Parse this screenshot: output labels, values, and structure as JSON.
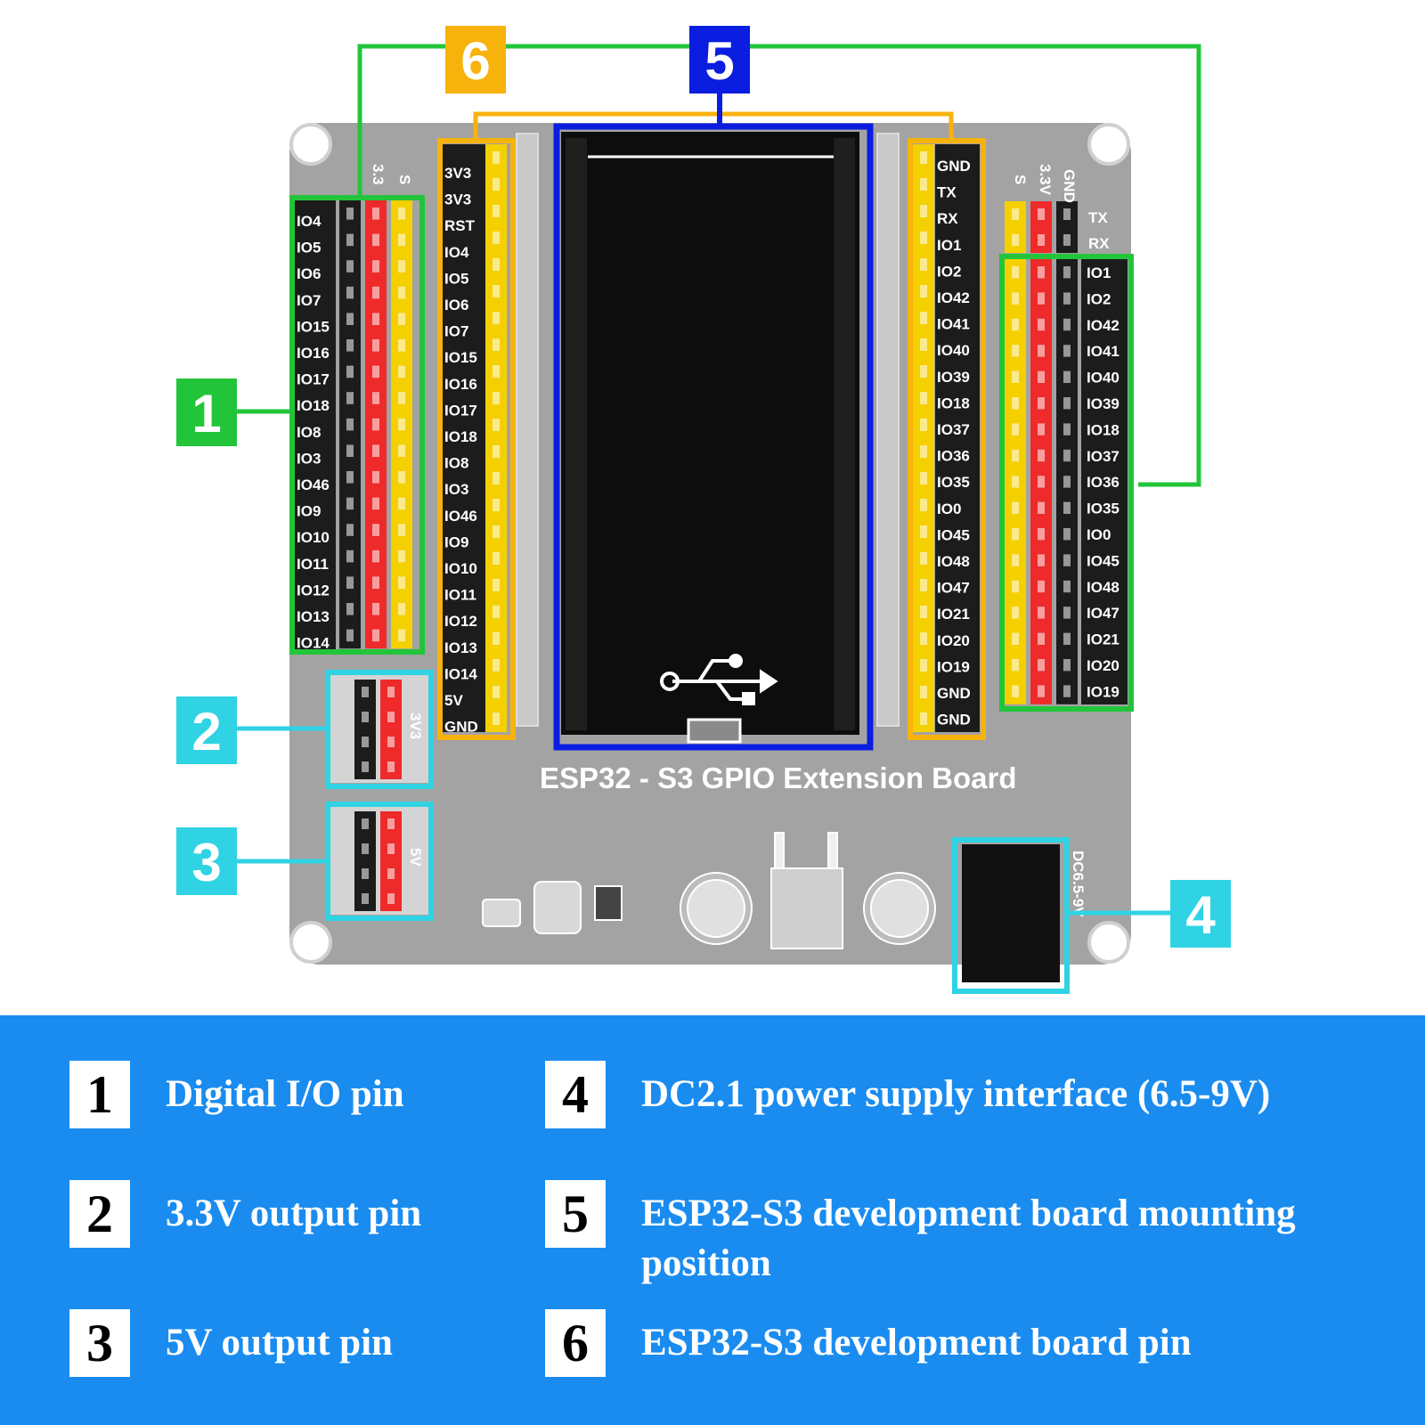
{
  "board": {
    "title": "ESP32 - S3 GPIO Extension Board",
    "header_left": [
      "3V3",
      "3V3",
      "RST",
      "IO4",
      "IO5",
      "IO6",
      "IO7",
      "IO15",
      "IO16",
      "IO17",
      "IO18",
      "IO8",
      "IO3",
      "IO46",
      "IO9",
      "IO10",
      "IO11",
      "IO12",
      "IO13",
      "IO14",
      "5V",
      "GND"
    ],
    "header_right": [
      "GND",
      "TX",
      "RX",
      "IO1",
      "IO2",
      "IO42",
      "IO41",
      "IO40",
      "IO39",
      "IO18",
      "IO37",
      "IO36",
      "IO35",
      "IO0",
      "IO45",
      "IO48",
      "IO47",
      "IO21",
      "IO20",
      "IO19",
      "GND",
      "GND"
    ],
    "gpio_left": [
      "IO4",
      "IO5",
      "IO6",
      "IO7",
      "IO15",
      "IO16",
      "IO17",
      "IO18",
      "IO8",
      "IO3",
      "IO46",
      "IO9",
      "IO10",
      "IO11",
      "IO12",
      "IO13",
      "IO14"
    ],
    "gpio_right_top": [
      "TX",
      "RX"
    ],
    "gpio_right": [
      "IO1",
      "IO2",
      "IO42",
      "IO41",
      "IO40",
      "IO39",
      "IO18",
      "IO37",
      "IO36",
      "IO35",
      "IO0",
      "IO45",
      "IO48",
      "IO47",
      "IO21",
      "IO20",
      "IO19"
    ],
    "col_labels_left": [
      "3.3",
      "S"
    ],
    "col_labels_right": [
      "S",
      "3.3V",
      "GND"
    ],
    "label_3v3": "3V3",
    "label_5v": "5V",
    "label_dc": "DC6.5-9V",
    "colors": {
      "board": "#a3a3a3",
      "yellow_pin": "#f5d000",
      "red_pin": "#ee2a2a",
      "black_pin": "#1c1c1c"
    }
  },
  "callouts": [
    {
      "num": "1",
      "color": "#22c53a"
    },
    {
      "num": "2",
      "color": "#2fd3e3"
    },
    {
      "num": "3",
      "color": "#2fd3e3"
    },
    {
      "num": "4",
      "color": "#2fd3e3"
    },
    {
      "num": "5",
      "color": "#0a1de0"
    },
    {
      "num": "6",
      "color": "#f7b20c"
    }
  ],
  "legend": [
    {
      "num": "1",
      "text": "Digital I/O pin"
    },
    {
      "num": "2",
      "text": "3.3V output pin"
    },
    {
      "num": "3",
      "text": "5V output pin"
    },
    {
      "num": "4",
      "text": "DC2.1 power supply interface (6.5-9V)"
    },
    {
      "num": "5",
      "text": "ESP32-S3 development board mounting position"
    },
    {
      "num": "6",
      "text": "ESP32-S3 development board pin"
    }
  ]
}
